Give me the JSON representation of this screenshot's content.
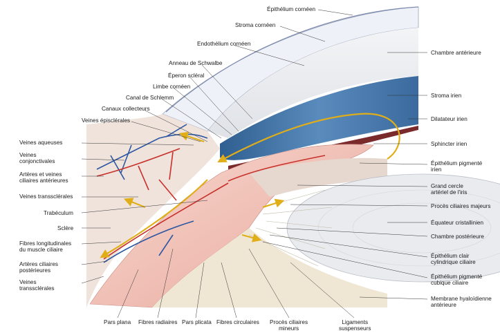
{
  "labels": {
    "epithelium_corneen": "Épithélium cornéen",
    "stroma_corneen": "Stroma cornéen",
    "endothelium_corneen": "Endothélium cornéen",
    "chambre_anterieure": "Chambre antérieure",
    "anneau_schwalbe": "Anneau de Schwalbe",
    "eperon_scleral": "Éperon scléral",
    "limbe_corneen": "Limbe cornéen",
    "canal_schlemm": "Canal de Schlemm",
    "canaux_collecteurs": "Canaux collecteurs",
    "veines_episclerales": "Veines épisclérales",
    "veines_aqueuses": "Veines aqueuses",
    "veines_conjonctivales": "Veines\nconjonctivales",
    "arteres_veines_ciliaires": "Artères et veines\nciliaires antérieures",
    "veines_transsclerales_1": "Veines transsclérales",
    "trabeculum": "Trabéculum",
    "sclere": "Sclère",
    "fibres_longitudinales": "Fibres longitudinales\ndu muscle ciliaire",
    "arteres_ciliaires_post": "Artères ciliaires\npostérieures",
    "veines_transsclerales_2": "Veines\ntranssclérales",
    "stroma_irien": "Stroma irien",
    "dilatateur_irien": "Dilatateur irien",
    "sphincter_irien": "Sphincter irien",
    "epithelium_pigmente_irien": "Épithélium pigmenté\nirien",
    "grand_cercle": "Grand cercle\nartériel de l'iris",
    "proces_ciliaires_majeurs": "Procès ciliaires majeurs",
    "equateur_cristallinien": "Équateur cristallinien",
    "chambre_posterieure": "Chambre postérieure",
    "epithelium_clair": "Épithélium clair\ncylindrique ciliaire",
    "epithelium_pigmente_cubique": "Épithélium pigmenté\ncubique ciliaire",
    "membrane_hyaloidienne": "Membrane hyaloïdienne\nantérieure",
    "pars_plana": "Pars plana",
    "fibres_radiaires": "Fibres radiaires",
    "pars_plicata": "Pars plicata",
    "fibres_circulaires": "Fibres circulaires",
    "proces_ciliaires_mineurs": "Procès ciliaires\nmineurs",
    "ligaments_suspenseurs": "Ligaments\nsuspenseurs"
  },
  "colors": {
    "cornea": "#eef1f7",
    "anterior_chamber": "#e7e9ed",
    "sclera": "#efe3dc",
    "iris_stroma": "#4f7fb0",
    "iris_dark": "#2f5f91",
    "ciliary_body": "#f3c9c0",
    "artery": "#c8302a",
    "vein": "#2d57a1",
    "aqueous_flow": "#e0ae18",
    "lens": "#e9ebef",
    "vitreous": "#efe6d3"
  }
}
